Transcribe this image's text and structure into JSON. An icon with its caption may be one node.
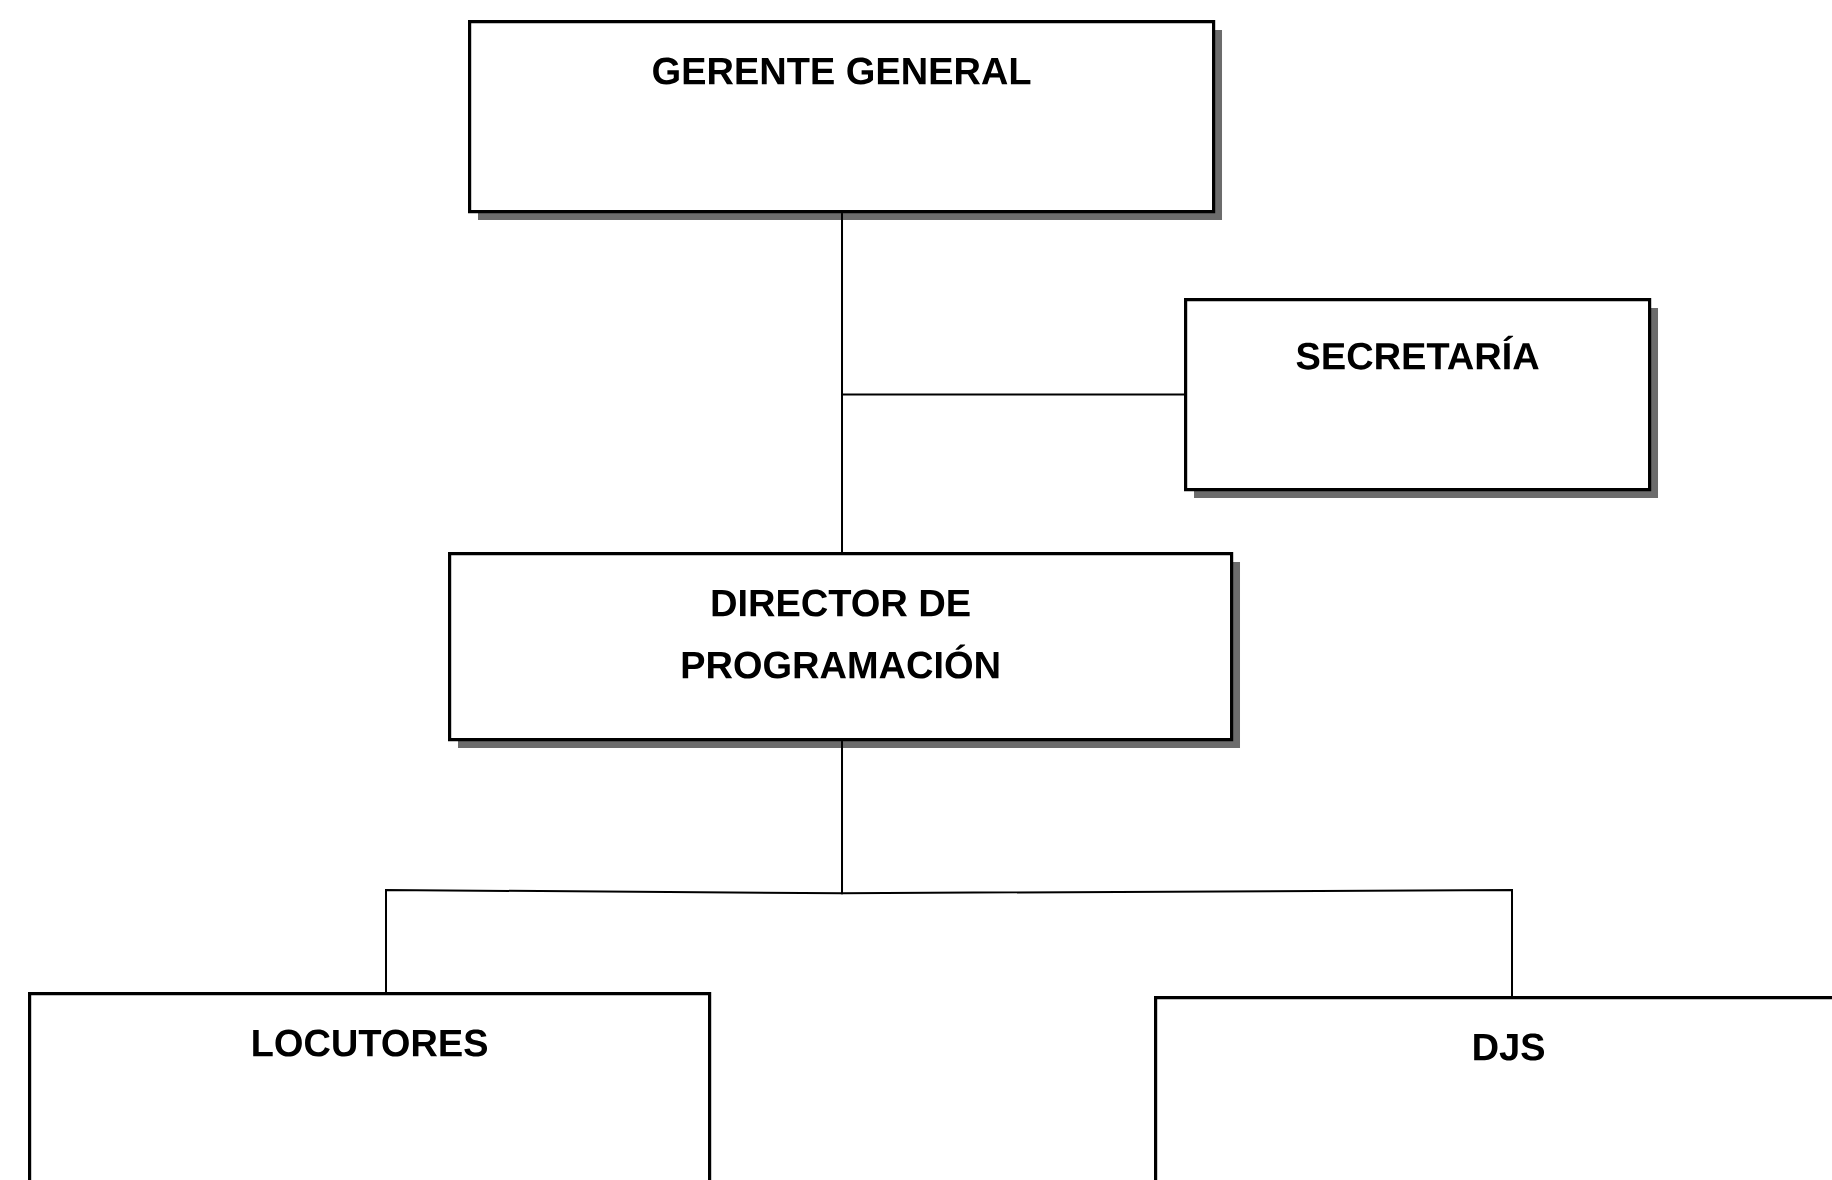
{
  "diagram": {
    "nodes": [
      {
        "text": [
          "GERENTE GENERAL"
        ]
      },
      {
        "text": [
          "SECRETARÍA"
        ]
      },
      {
        "text": [
          "DIRECTOR DE PROGRAMACIÓN"
        ]
      },
      {
        "text": [
          "LOCUTORES"
        ]
      },
      {
        "text": [
          "DJS"
        ]
      }
    ],
    "edges": [
      {
        "from": 0,
        "to": 1,
        "arrow": "none"
      },
      {
        "from": 0,
        "to": 2,
        "arrow": "none"
      },
      {
        "from": 2,
        "to": 3,
        "arrow": "none"
      },
      {
        "from": 2,
        "to": 4,
        "arrow": "none"
      }
    ]
  }
}
